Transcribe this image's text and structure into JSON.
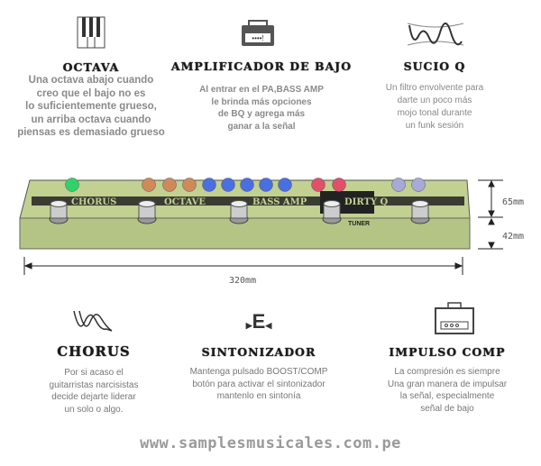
{
  "features_top": [
    {
      "icon": "piano-keys-icon",
      "title": "OCTAVA",
      "lines": [
        "Una octava abajo cuando",
        "creo que el bajo no es",
        "lo suficientemente grueso,",
        "un arriba octava cuando",
        "piensas es demasiado grueso"
      ]
    },
    {
      "icon": "amplifier-icon",
      "title": "AMPLIFICADOR DE BAJO",
      "lines": [
        "Al entrar en el PA,BASS AMP",
        "le brinda más opciones",
        "de BQ y agrega más",
        "ganar a la señal"
      ]
    },
    {
      "icon": "envelope-filter-wave-icon",
      "title": "SUCIO Q",
      "lines": [
        "Un filtro envolvente para",
        "darte un poco más",
        "mojo tonal durante",
        "un funk sesión"
      ]
    }
  ],
  "features_bottom": [
    {
      "icon": "chorus-wave-icon",
      "title": "CHORUS",
      "lines": [
        "Por si acaso el",
        "guitarristas narcisistas",
        "decide dejarte liderar",
        "un solo o algo."
      ]
    },
    {
      "icon": "tuner-e-icon",
      "icon_text": "E",
      "title": "SINTONIZADOR",
      "lines": [
        "Mantenga pulsado BOOST/COMP",
        "botón para activar el sintonizador",
        "mantenlo en sintonía"
      ]
    },
    {
      "icon": "amp-head-icon",
      "title": "IMPULSO COMP",
      "lines": [
        "La compresión es siempre",
        "Una gran manera de impulsar",
        "la señal, especialmente",
        "señal de bajo"
      ]
    }
  ],
  "pedal": {
    "labels": [
      "CHORUS",
      "BASS",
      "OCTAVE",
      "BASS AMP",
      "DIRTY Q",
      "TUNER"
    ],
    "colors": {
      "body": "#b9c98a",
      "green": "#2fd36a",
      "orange": "#d08a5a",
      "blue": "#4a6fe0",
      "red": "#e0506a",
      "lavender": "#a9a9d8"
    }
  },
  "dimensions": {
    "height_top": "65mm",
    "height_front": "42mm",
    "width": "320mm"
  },
  "watermark": "www.samplesmusicales.com.pe"
}
